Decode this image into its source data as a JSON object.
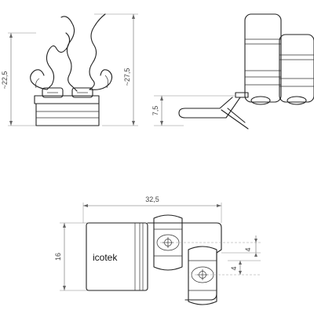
{
  "views": {
    "front": {
      "dim_height_inner": "~22,5",
      "dim_height_total": "~27,5"
    },
    "side": {
      "dim_base_height": "7,5"
    },
    "top": {
      "dim_width": "32,5",
      "dim_height": "16",
      "dim_offset_upper": "4",
      "dim_offset_lower": "4",
      "logo_text": "icotek"
    }
  }
}
